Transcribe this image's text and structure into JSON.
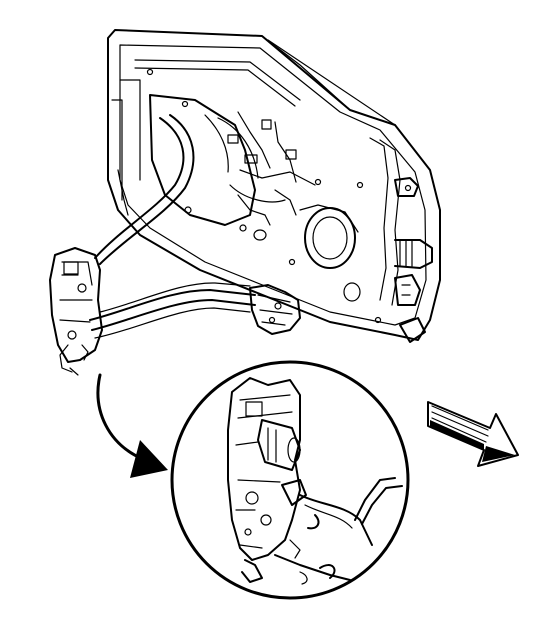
{
  "figure": {
    "background": "#ffffff",
    "stroke_color": "#000000",
    "components": {
      "door_panel": "door-inner-panel",
      "lock_rod_cable": "lock-cable",
      "latch_assembly": "door-latch-assembly",
      "detail_view": "latch-detail-magnified",
      "curved_arrow": "curved-arrow-icon",
      "direction_arrow": "direction-arrow-icon"
    }
  }
}
